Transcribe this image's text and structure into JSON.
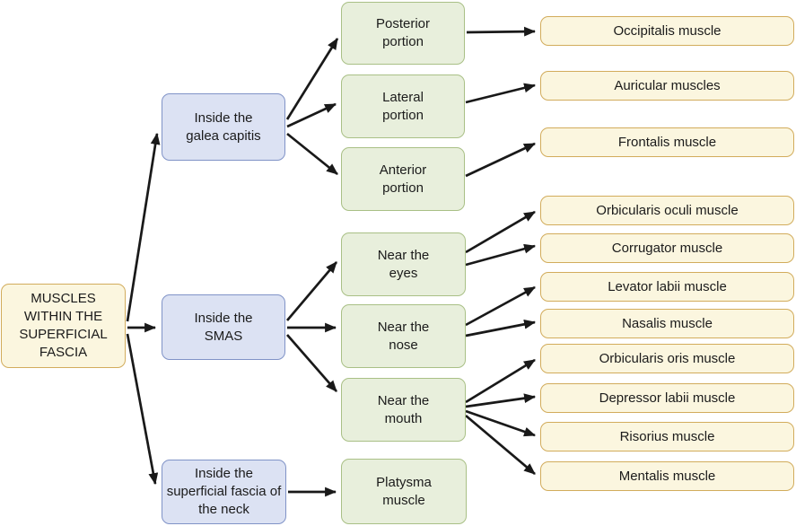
{
  "diagram": {
    "root": {
      "label": "MUSCLES WITHIN THE SUPERFICIAL FASCIA"
    },
    "branches": [
      {
        "label": "Inside the galea capitis"
      },
      {
        "label": "Inside the SMAS"
      },
      {
        "label": "Inside the superficial fascia of the neck"
      }
    ],
    "regions": [
      {
        "label": "Posterior portion"
      },
      {
        "label": "Lateral portion"
      },
      {
        "label": "Anterior portion"
      },
      {
        "label": "Near the eyes"
      },
      {
        "label": "Near the nose"
      },
      {
        "label": "Near the mouth"
      },
      {
        "label": "Platysma muscle"
      }
    ],
    "muscles": [
      {
        "label": "Occipitalis muscle"
      },
      {
        "label": "Auricular muscles"
      },
      {
        "label": "Frontalis muscle"
      },
      {
        "label": "Orbicularis oculi muscle"
      },
      {
        "label": "Corrugator muscle"
      },
      {
        "label": "Levator labii muscle"
      },
      {
        "label": "Nasalis muscle"
      },
      {
        "label": "Orbicularis oris muscle"
      },
      {
        "label": "Depressor labii muscle"
      },
      {
        "label": "Risorius muscle"
      },
      {
        "label": "Mentalis muscle"
      }
    ],
    "edges": [
      {
        "from": "root",
        "to": "inside-the-galea-capitis"
      },
      {
        "from": "root",
        "to": "inside-the-smas"
      },
      {
        "from": "root",
        "to": "inside-the-superficial-fascia-of-the-neck"
      },
      {
        "from": "inside-the-galea-capitis",
        "to": "posterior-portion"
      },
      {
        "from": "inside-the-galea-capitis",
        "to": "lateral-portion"
      },
      {
        "from": "inside-the-galea-capitis",
        "to": "anterior-portion"
      },
      {
        "from": "posterior-portion",
        "to": "occipitalis-muscle"
      },
      {
        "from": "lateral-portion",
        "to": "auricular-muscles"
      },
      {
        "from": "anterior-portion",
        "to": "frontalis-muscle"
      },
      {
        "from": "inside-the-smas",
        "to": "near-the-eyes"
      },
      {
        "from": "inside-the-smas",
        "to": "near-the-nose"
      },
      {
        "from": "inside-the-smas",
        "to": "near-the-mouth"
      },
      {
        "from": "near-the-eyes",
        "to": "orbicularis-oculi-muscle"
      },
      {
        "from": "near-the-eyes",
        "to": "corrugator-muscle"
      },
      {
        "from": "near-the-nose",
        "to": "levator-labii-muscle"
      },
      {
        "from": "near-the-nose",
        "to": "nasalis-muscle"
      },
      {
        "from": "near-the-mouth",
        "to": "orbicularis-oris-muscle"
      },
      {
        "from": "near-the-mouth",
        "to": "depressor-labii-muscle"
      },
      {
        "from": "near-the-mouth",
        "to": "risorius-muscle"
      },
      {
        "from": "near-the-mouth",
        "to": "mentalis-muscle"
      },
      {
        "from": "inside-the-superficial-fascia-of-the-neck",
        "to": "platysma-muscle"
      }
    ],
    "colors": {
      "root_fill": "#fbf6df",
      "root_border": "#d2ac5c",
      "branch_fill": "#dce2f3",
      "branch_border": "#8093c7",
      "region_fill": "#e8efdc",
      "region_border": "#a9c086",
      "muscle_fill": "#fbf6df",
      "muscle_border": "#d2ac5c",
      "arrow": "#191919",
      "background": "#ffffff"
    }
  }
}
